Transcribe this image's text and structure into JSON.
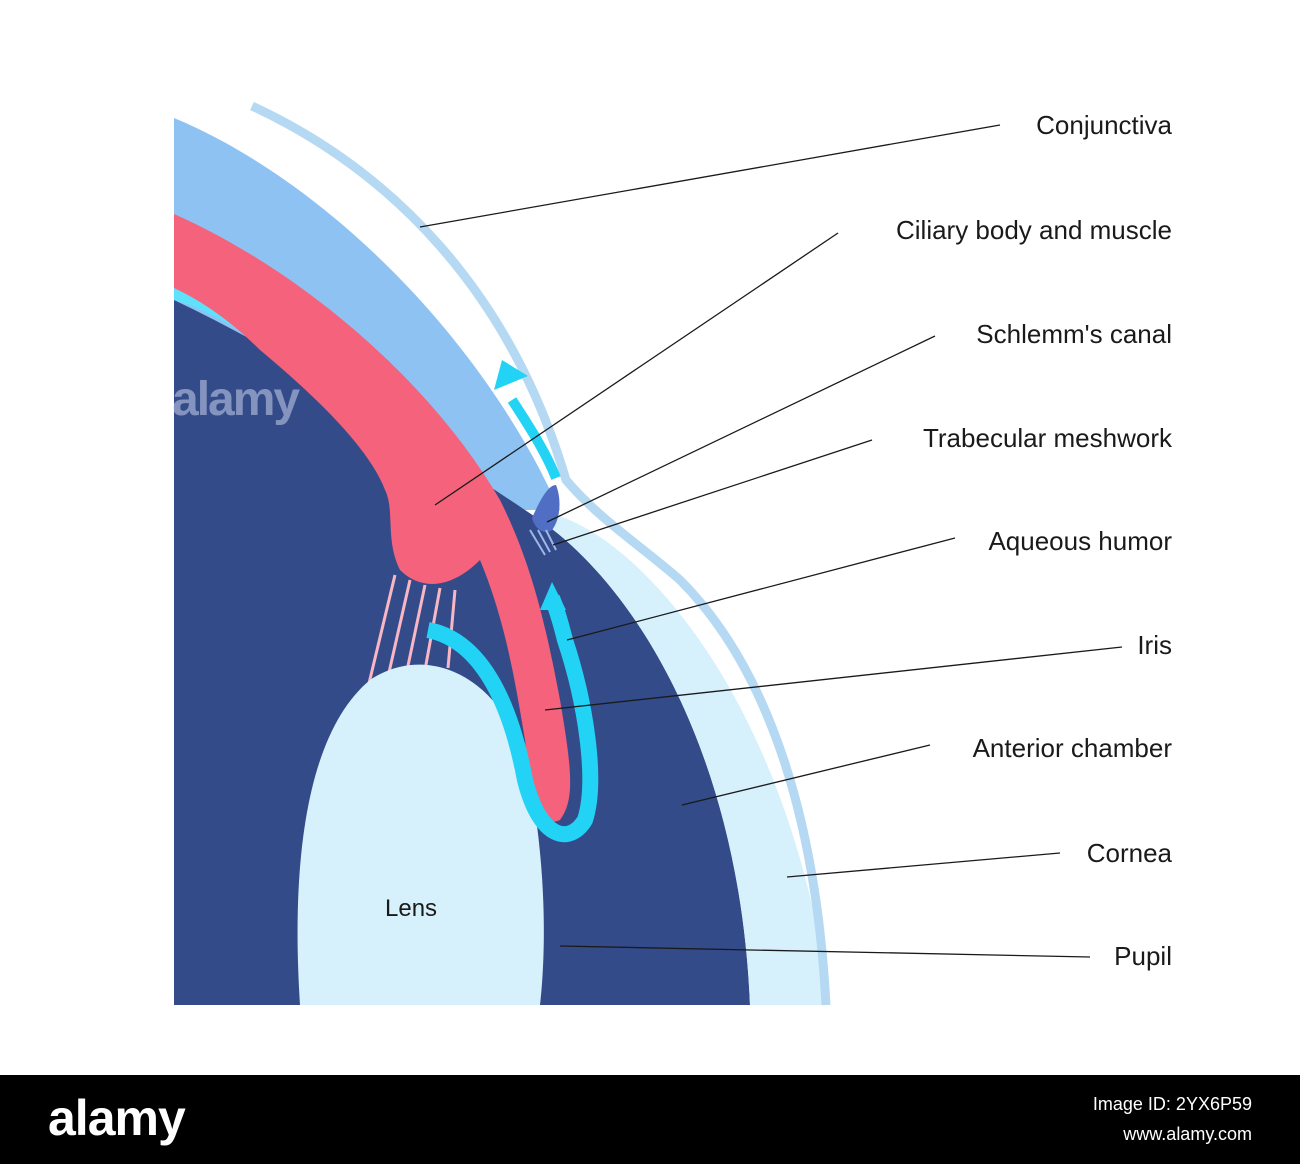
{
  "labels": [
    {
      "id": "conjunctiva",
      "text": "Conjunctiva"
    },
    {
      "id": "ciliary",
      "text": "Ciliary body and muscle"
    },
    {
      "id": "schlemm",
      "text": "Schlemm's canal"
    },
    {
      "id": "trabecular",
      "text": "Trabecular meshwork"
    },
    {
      "id": "aqueous",
      "text": "Aqueous humor"
    },
    {
      "id": "iris",
      "text": "Iris"
    },
    {
      "id": "anterior",
      "text": "Anterior chamber"
    },
    {
      "id": "cornea",
      "text": "Cornea"
    },
    {
      "id": "pupil",
      "text": "Pupil"
    }
  ],
  "lens_label": "Lens",
  "watermark": "alamy",
  "footer": {
    "logo": "alamy",
    "image_id": "Image ID: 2YX6P59",
    "site": "www.alamy.com"
  },
  "colors": {
    "sclera": "#8ec2f3",
    "ciliary_body": "#f4627b",
    "dark_chamber": "#344b8a",
    "lens_cornea": "#d6f1fb",
    "aqueous_flow": "#23d3f5",
    "conjunctiva_line": "#b5d9f3"
  }
}
